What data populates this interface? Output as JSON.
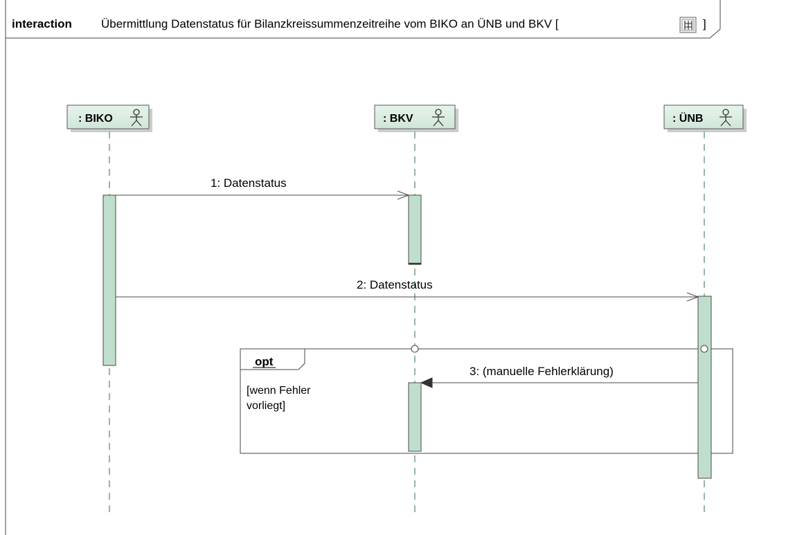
{
  "frame": {
    "keyword": "interaction",
    "title": "Übermittlung Datenstatus für Bilanzkreissummenzeitreihe vom BIKO an ÜNB und BKV [",
    "title_suffix": "]",
    "icon": "sequence-diagram-icon"
  },
  "lifelines": [
    {
      "id": "biko",
      "label": ": BIKO",
      "icon": "actor-icon"
    },
    {
      "id": "bkv",
      "label": ": BKV",
      "icon": "actor-icon"
    },
    {
      "id": "unb",
      "label": ": ÜNB",
      "icon": "actor-icon"
    }
  ],
  "messages": [
    {
      "label": "1: Datenstatus",
      "from": "biko",
      "to": "bkv",
      "kind": "asynchronous"
    },
    {
      "label": "2: Datenstatus",
      "from": "biko",
      "to": "unb",
      "kind": "asynchronous"
    },
    {
      "label": "3:  (manuelle Fehlerklärung)",
      "from": "unb",
      "to": "bkv",
      "kind": "synchronous"
    }
  ],
  "fragment": {
    "operator": "opt",
    "guard_line1": "[wenn Fehler",
    "guard_line2": "vorliegt]"
  },
  "colors": {
    "lifeline_head_fill": "#d9ebe0",
    "activation_fill": "#bfdfcc",
    "line": "#4a4a4a",
    "lifeline_dash": "#2f6b52"
  }
}
